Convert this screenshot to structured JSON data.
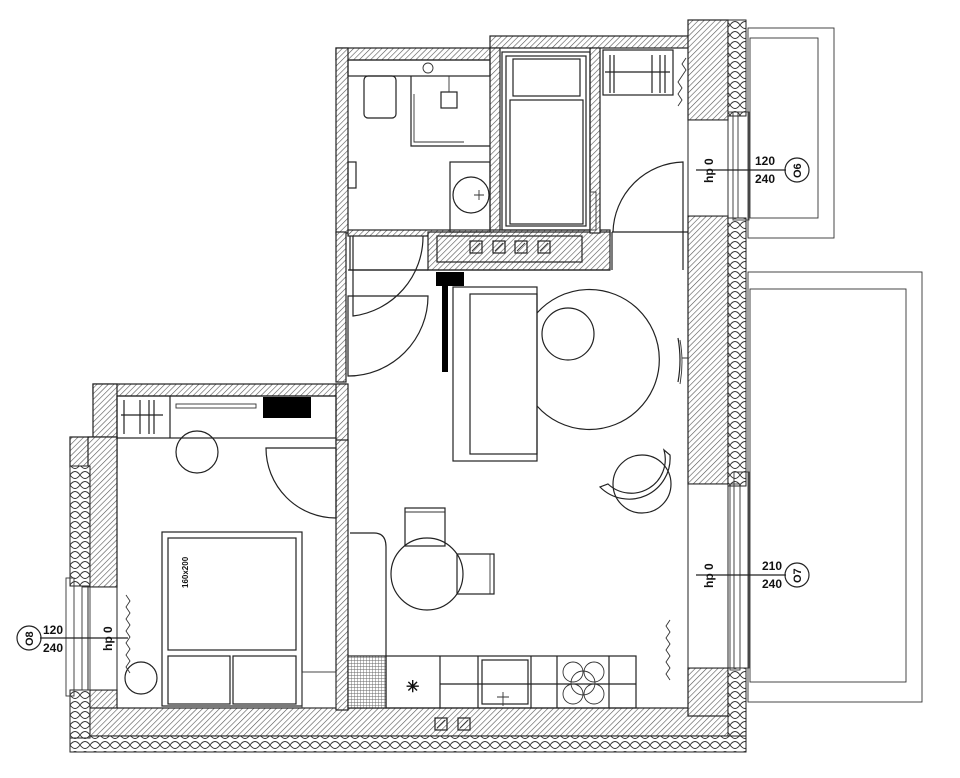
{
  "plan": {
    "type": "apartment floor plan",
    "stroke_color": "#222222",
    "background": "#ffffff",
    "bed_label": "160x200",
    "windows": [
      {
        "id": "O6",
        "tag": "O6",
        "width": "120",
        "height": "240",
        "sill": "hp 0",
        "position": "right-top"
      },
      {
        "id": "O7",
        "tag": "O7",
        "width": "210",
        "height": "240",
        "sill": "hp 0",
        "position": "right-middle"
      },
      {
        "id": "O8",
        "tag": "O8",
        "width": "120",
        "height": "240",
        "sill": "hp 0",
        "position": "left-bottom"
      }
    ],
    "rooms": [
      {
        "name": "bathroom",
        "fixtures": [
          "toilet",
          "shower",
          "washbasin",
          "floor-drain"
        ]
      },
      {
        "name": "utility-room",
        "fixtures": [
          "bathtub/storage",
          "radiator",
          "door"
        ]
      },
      {
        "name": "hallway",
        "fixtures": [
          "entrance-door",
          "door",
          "partition"
        ]
      },
      {
        "name": "living-room",
        "fixtures": [
          "sofa",
          "round-rug",
          "ottoman",
          "armchair",
          "tv",
          "dining-table",
          "chairs"
        ]
      },
      {
        "name": "bedroom",
        "fixtures": [
          "double-bed",
          "nightstands",
          "radiator",
          "wardrobe",
          "tv",
          "door"
        ]
      },
      {
        "name": "kitchen",
        "fixtures": [
          "fridge-column",
          "cabinet",
          "sink",
          "hob"
        ]
      }
    ],
    "balconies": [
      {
        "name": "balcony-top"
      },
      {
        "name": "balcony-large"
      }
    ]
  }
}
